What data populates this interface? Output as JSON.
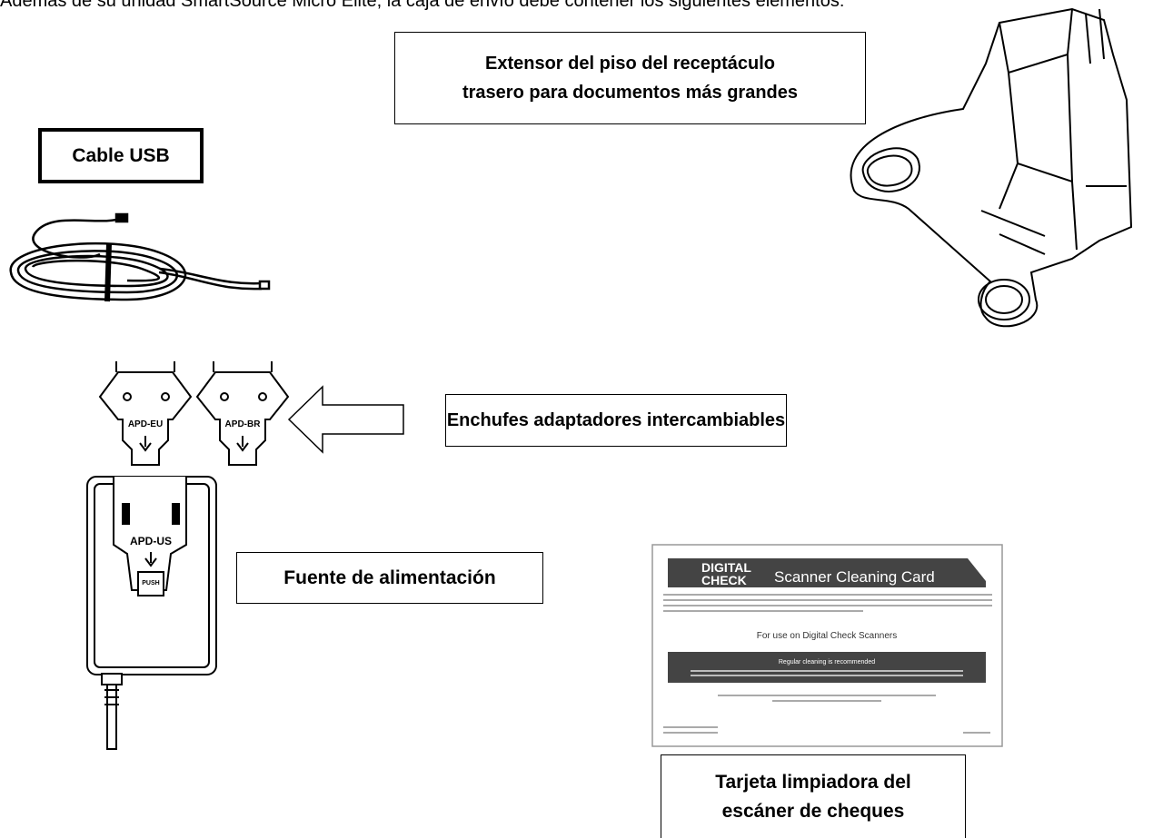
{
  "intro_text": "Además de su unidad SmartSource Micro Elite, la caja de envío debe contener los siguientes elementos:",
  "labels": {
    "extender": [
      "Extensor del piso del receptáculo",
      "trasero para documentos más grandes"
    ],
    "usb": "Cable USB",
    "adapters": "Enchufes adaptadores intercambiables",
    "power": "Fuente de alimentación",
    "card": [
      "Tarjeta limpiadora del",
      "escáner de cheques"
    ]
  },
  "adapter_plugs": {
    "eu": "APD-EU",
    "br": "APD-BR",
    "us": "APD-US",
    "push": "PUSH"
  },
  "cleaning_card": {
    "brand_top": "DIGITAL",
    "brand_bottom": "CHECK",
    "title": "Scanner Cleaning Card",
    "subtitle": "For use on Digital Check Scanners",
    "banner": "Regular cleaning is recommended"
  }
}
